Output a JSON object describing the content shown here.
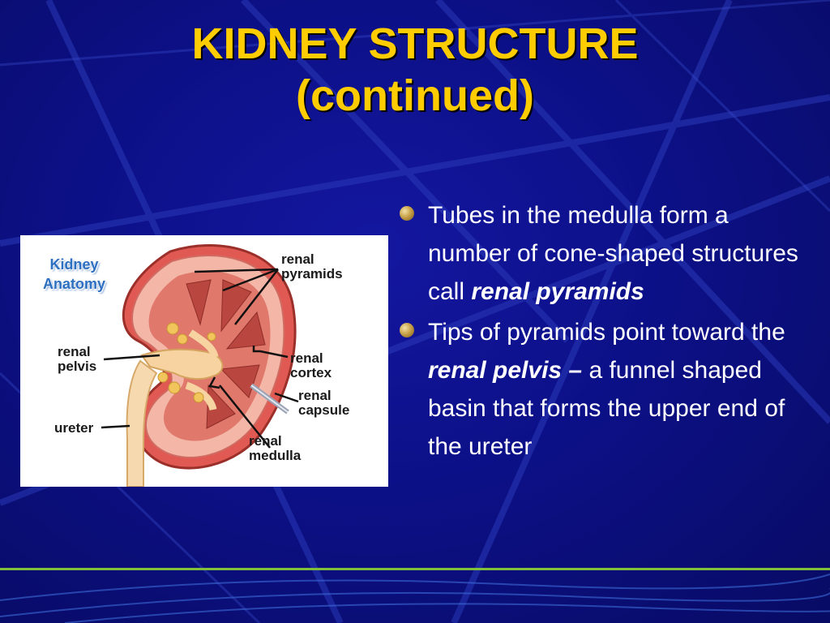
{
  "slide": {
    "title_line1": "KIDNEY STRUCTURE",
    "title_line2": "(continued)",
    "colors": {
      "background": "#0b0f78",
      "title": "#ffcc00",
      "accent_rule": "#7fbf3a"
    }
  },
  "figure": {
    "title_line1": "Kidney",
    "title_line2": "Anatomy",
    "labels": {
      "renal_pyramids": [
        "renal",
        "pyramids"
      ],
      "renal_pelvis": [
        "renal",
        "pelvis"
      ],
      "renal_cortex": [
        "renal",
        "cortex"
      ],
      "renal_capsule": [
        "renal",
        "capsule"
      ],
      "ureter": [
        "ureter"
      ],
      "renal_medulla": [
        "renal",
        "medulla"
      ]
    }
  },
  "bullets": [
    {
      "parts": [
        {
          "text": "Tubes in the medulla form a number of cone-shaped structures call ",
          "emphasis": false
        },
        {
          "text": "renal pyramids",
          "emphasis": true
        }
      ]
    },
    {
      "parts": [
        {
          "text": "Tips of pyramids point toward the ",
          "emphasis": false
        },
        {
          "text": "renal pelvis –",
          "emphasis": true
        },
        {
          "text": " a funnel shaped basin that forms the upper end of the ureter",
          "emphasis": false
        }
      ]
    }
  ]
}
